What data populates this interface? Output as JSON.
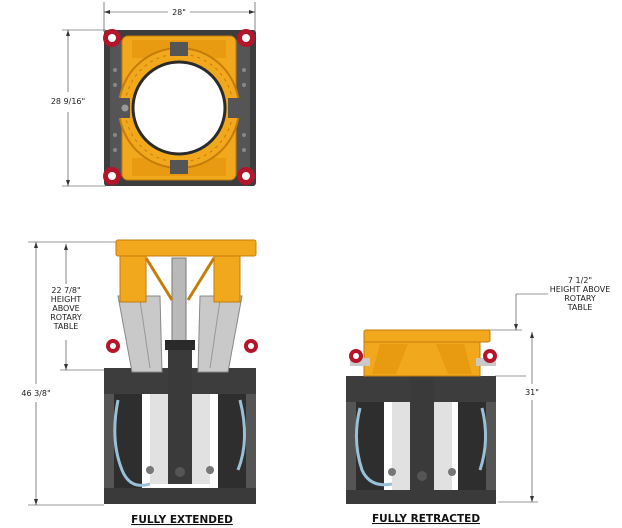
{
  "dimensions": {
    "top_width": "28\"",
    "top_height": "28 9/16\"",
    "extended_height_line1": "22 7/8\"",
    "extended_height_line2": "HEIGHT",
    "extended_height_line3": "ABOVE",
    "extended_height_line4": "ROTARY",
    "extended_height_line5": "TABLE",
    "extended_total": "46 3/8\"",
    "retracted_height_line1": "7 1/2\"",
    "retracted_height_line2": "HEIGHT ABOVE",
    "retracted_height_line3": "ROTARY",
    "retracted_height_line4": "TABLE",
    "retracted_total": "31\""
  },
  "captions": {
    "extended": "FULLY EXTENDED",
    "retracted": "FULLY RETRACTED"
  },
  "colors": {
    "frame": "#3d3d3d",
    "frame_dark": "#2a2a2a",
    "accent": "#f2a81d",
    "accent_dark": "#c47d0a",
    "lift_eye": "#b4152a",
    "panel": "#c9c9c9",
    "steel": "#8e8e8e"
  }
}
